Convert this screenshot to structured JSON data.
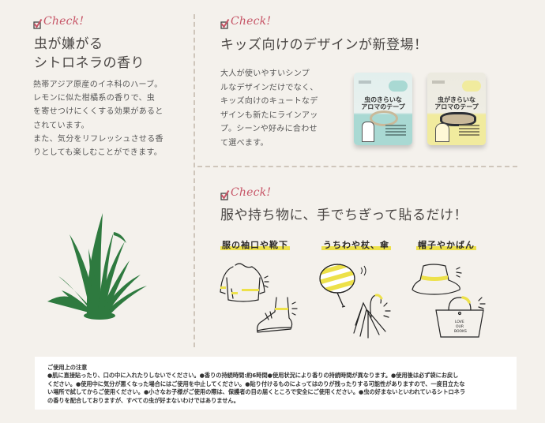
{
  "colors": {
    "background": "#f4f1ec",
    "check_accent": "#c65466",
    "grass_green": "#2e7a3f",
    "highlight_yellow": "#ede14a",
    "pack_mint": "#a9d9d3",
    "pack_yellow": "#f1eb9e"
  },
  "check_label": "Check!",
  "section_scent": {
    "heading_line1": "虫が嫌がる",
    "heading_line2": "シトロネラの香り",
    "body_lines": [
      "熱帯アジア原産のイネ科のハーブ。",
      "レモンに似た柑橘系の香りで、虫",
      "を寄せつけにくくする効果があると",
      "されています。",
      "また、気分をリフレッシュさせる香",
      "りとしても楽しむことができます。"
    ],
    "illustration": "lemongrass-icon"
  },
  "section_kids": {
    "heading": "キッズ向けのデザインが新登場！",
    "body_lines": [
      "大人が使いやすいシンプ",
      "ルなデザインだけでなく、",
      "キッズ向けのキュートなデ",
      "ザインも新たにラインアッ",
      "プ。シーンや好みに合わせ",
      "て選べます。"
    ],
    "products": [
      {
        "title_line1": "虫のきらいな",
        "title_line2": "アロマのテープ",
        "color": "mint"
      },
      {
        "title_line1": "虫がきらいな",
        "title_line2": "アロマのテープ",
        "color": "yellow"
      }
    ]
  },
  "section_usage": {
    "heading": "服や持ち物に、手でちぎって貼るだけ！",
    "items": [
      {
        "label": "服の袖口や靴下",
        "icons": [
          "sweater-icon",
          "sneaker-icon"
        ]
      },
      {
        "label": "うちわや杖、傘",
        "icons": [
          "fan-icon",
          "umbrella-icon"
        ]
      },
      {
        "label": "帽子やかばん",
        "icons": [
          "hat-icon",
          "tote-bag-icon"
        ]
      }
    ]
  },
  "notice": {
    "title": "ご使用上の注意",
    "lines": [
      "●肌に直接貼ったり、口の中に入れたりしないでください。●香りの持続時間:約6時間●使用状況により香りの持続時間が異なります。●使用後は必ず袋にお戻し",
      "ください。●使用中に気分が悪くなった場合にはご使用を中止してください。●貼り付けるものによってはのりが残ったりする可能性がありますので、一度目立たな",
      "い場所で試してからご使用ください。●小さなお子様がご使用の際は、保護者の目の届くところで安全にご使用ください。●虫の好まないといわれているシトロネラ",
      "の香りを配合しておりますが、すべての虫が好まないわけではありません。"
    ]
  }
}
